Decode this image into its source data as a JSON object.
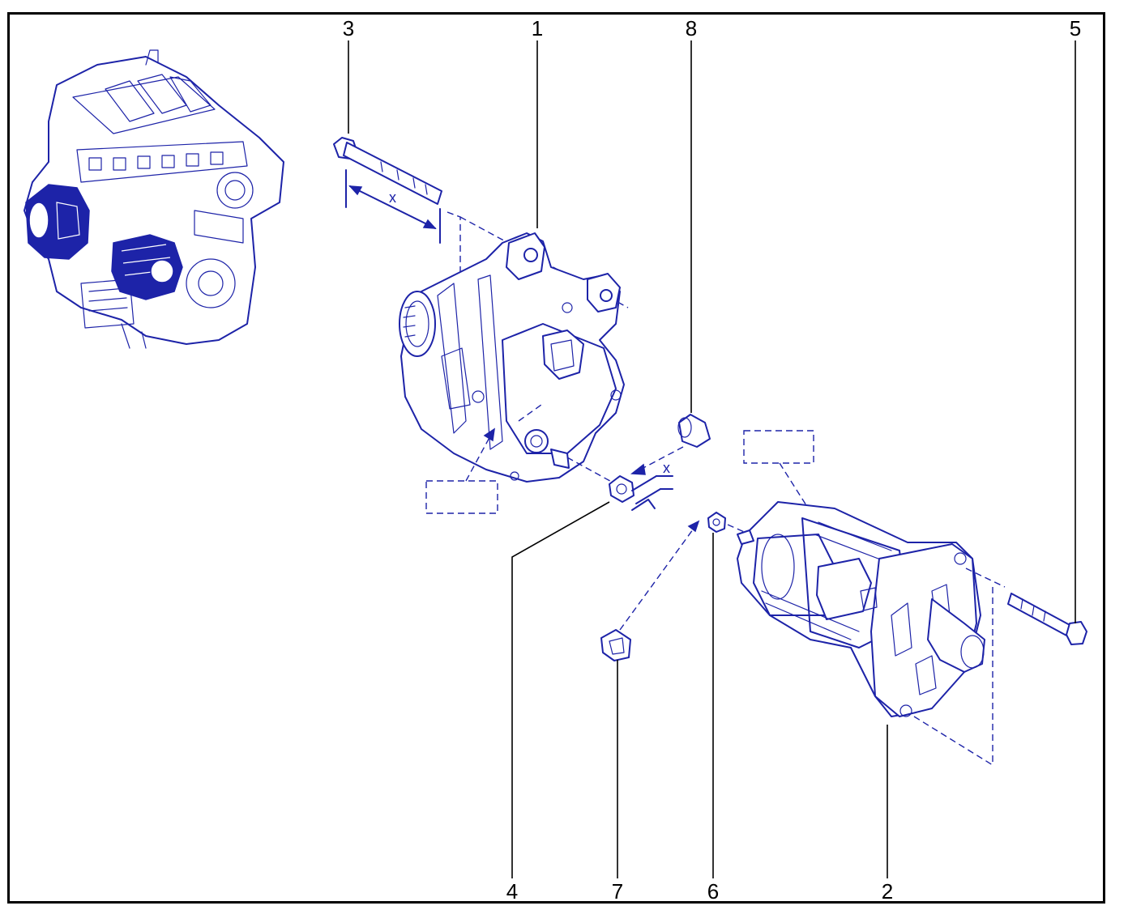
{
  "colors": {
    "ink": "#1d23a8",
    "frame": "#000000",
    "background": "#ffffff"
  },
  "callouts": {
    "c1": "1",
    "c2": "2",
    "c3": "3",
    "c4": "4",
    "c5": "5",
    "c6": "6",
    "c7": "7",
    "c8": "8"
  },
  "dimensions": {
    "bolt_length": "x",
    "nut_thickness": "x"
  }
}
